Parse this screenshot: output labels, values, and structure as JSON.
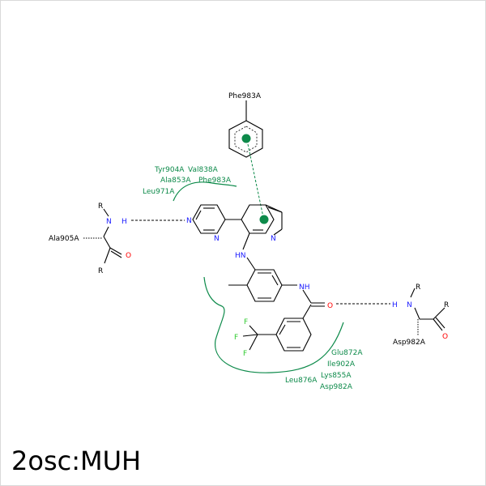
{
  "title": "2osc:MUH",
  "residues": {
    "phe983_top": "Phe983A",
    "tyr904": "Tyr904A",
    "val838": "Val838A",
    "ala853": "Ala853A",
    "phe983_mid": "Phe983A",
    "leu971": "Leu971A",
    "ala905": "Ala905A",
    "asp982_right": "Asp982A",
    "glu872": "Glu872A",
    "ile902": "Ile902A",
    "lys855": "Lys855A",
    "leu876": "Leu876A",
    "asp982_bottom": "Asp982A"
  },
  "atoms": {
    "r_top_left": "R",
    "n_left": "N",
    "h_left": "H",
    "o_left": "O",
    "r_bottom_left": "R",
    "n_pyr1": "N",
    "n_pyr2": "N",
    "n_pyr3": "N",
    "hn_amine": "HN",
    "nh_amide": "NH",
    "o_amide": "O",
    "f1": "F",
    "f2": "F",
    "f3": "F",
    "h_right": "H",
    "n_right": "N",
    "r_top_right": "R",
    "r_right": "R",
    "o_right": "O"
  },
  "colors": {
    "hydrophobic": "#0d8a4a",
    "nitrogen": "#1a1aff",
    "oxygen": "#ff0000",
    "fluorine": "#33cc33",
    "pi_interaction": "#0d8a4a"
  }
}
